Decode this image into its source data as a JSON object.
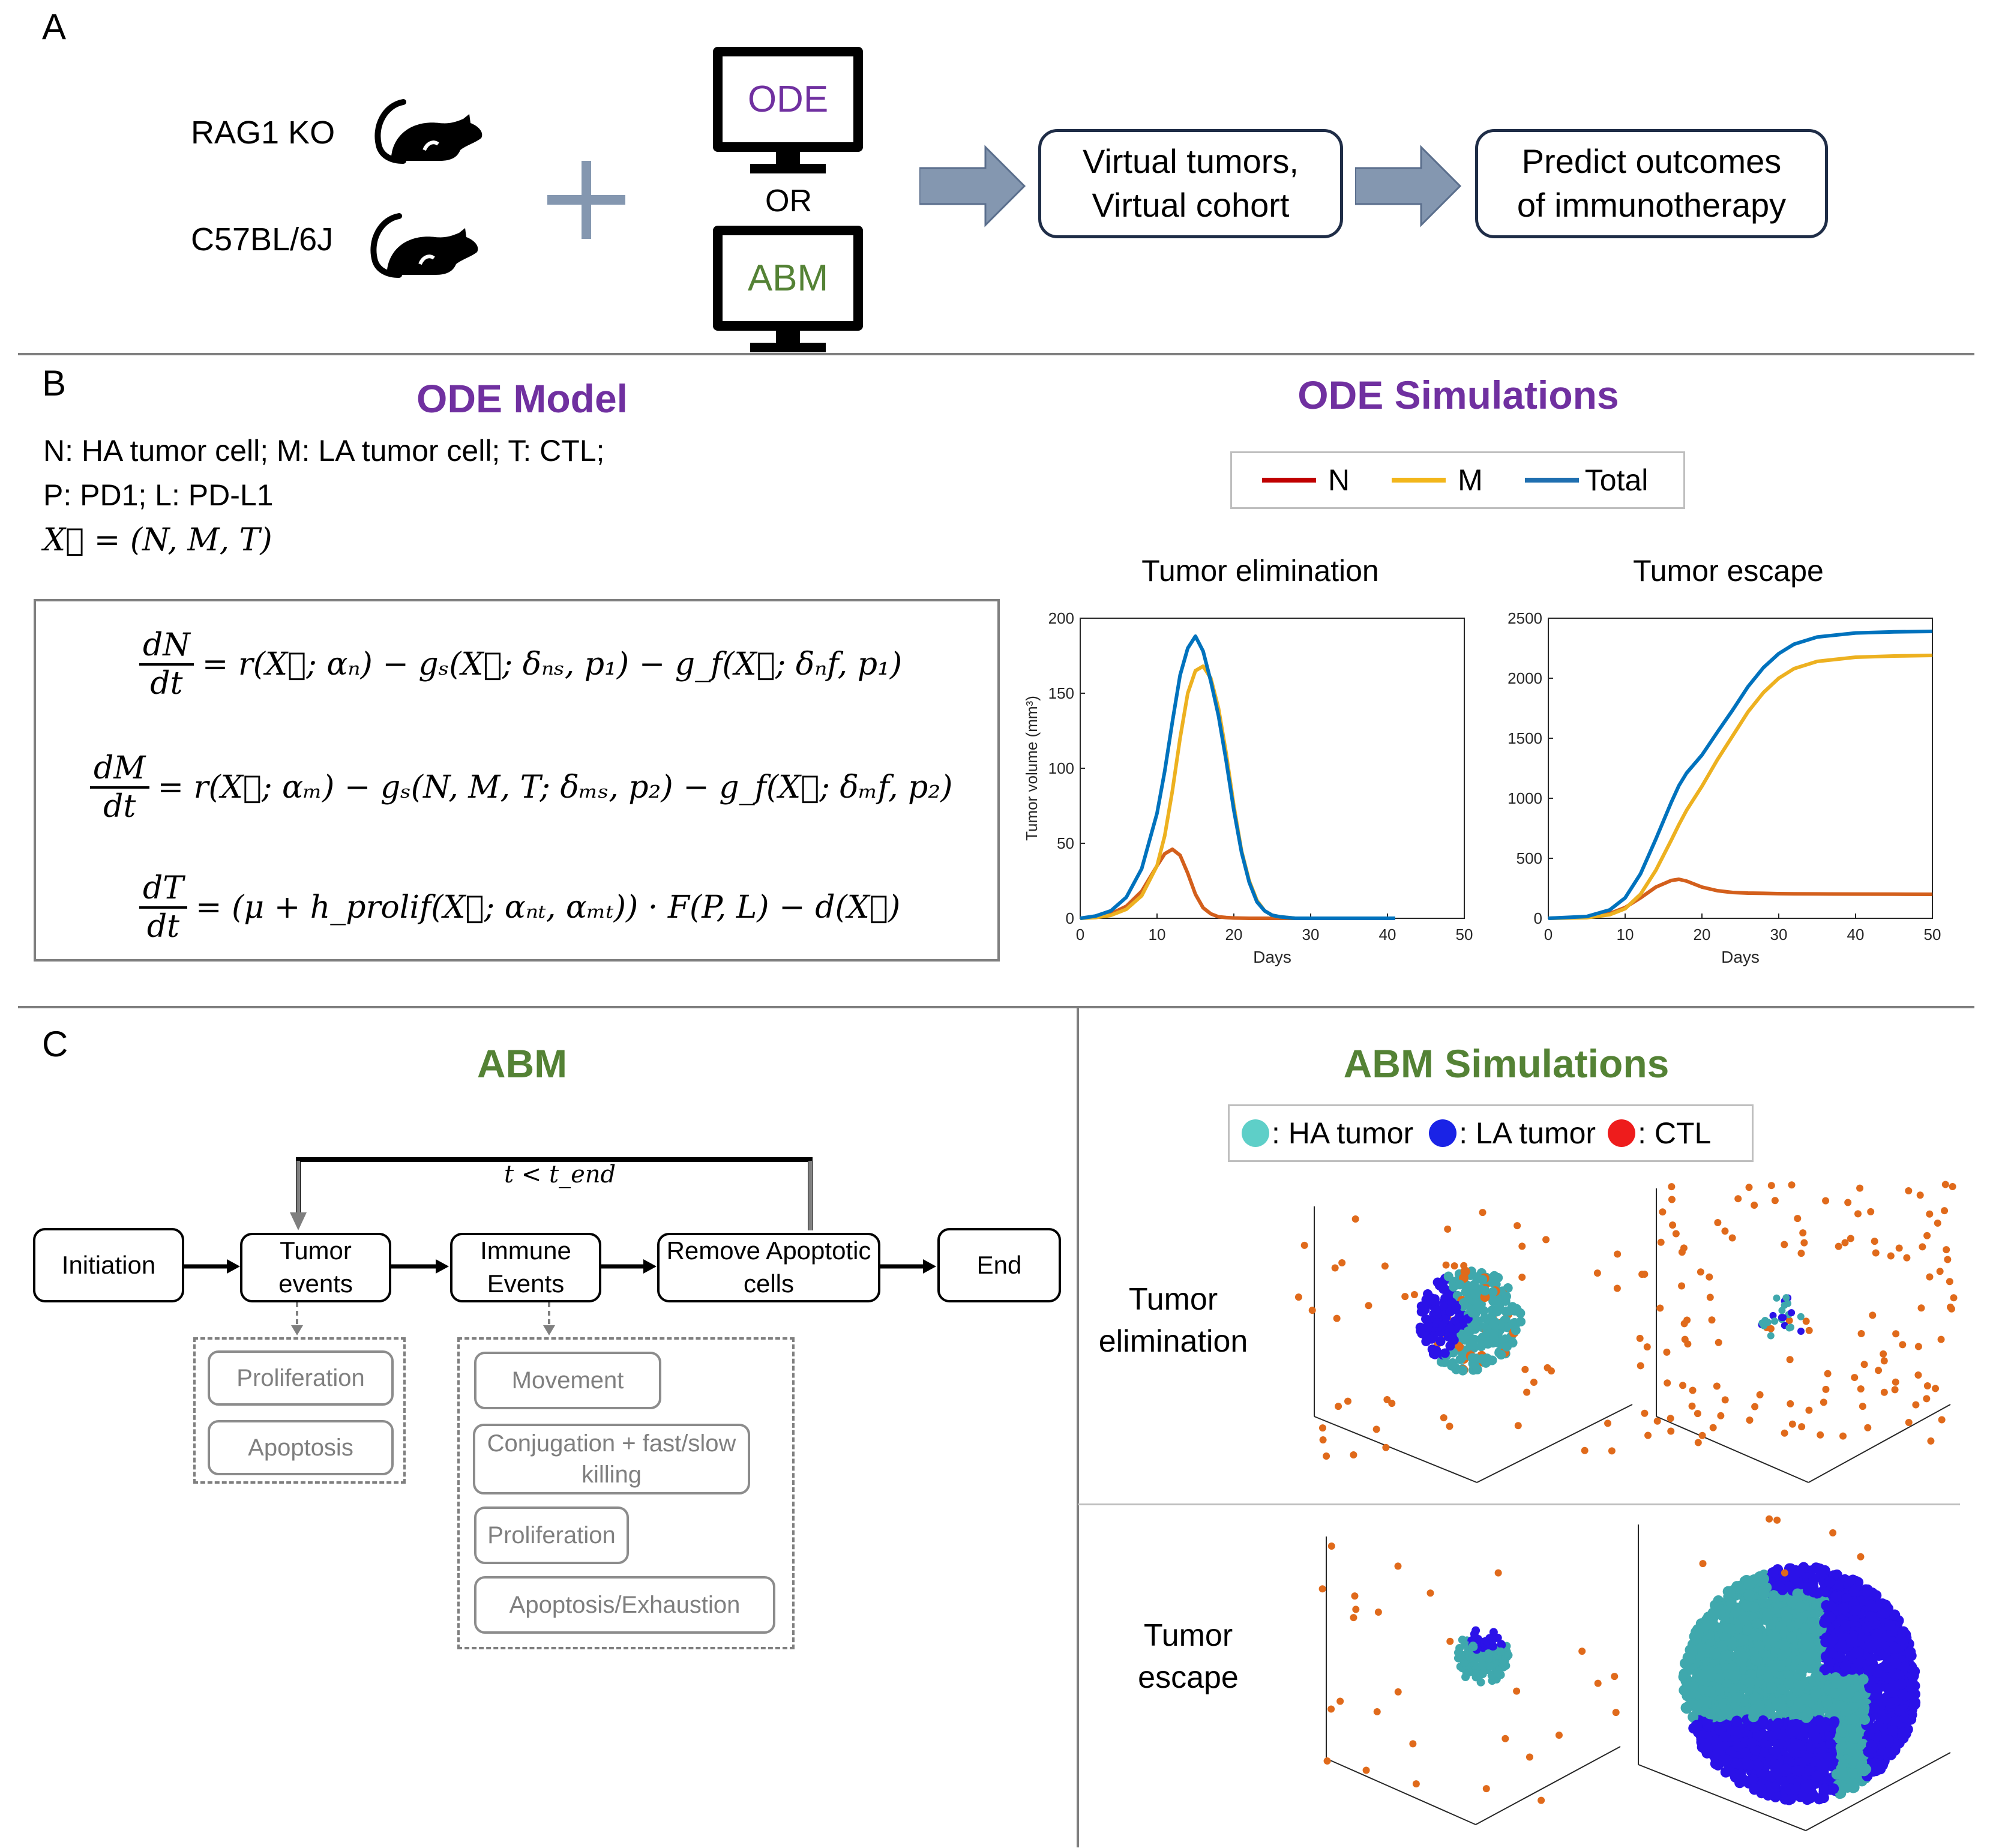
{
  "panelA": {
    "letter": "A",
    "mouse1": "RAG1 KO",
    "mouse2": "C57BL/6J",
    "monitor1": "ODE",
    "or": "OR",
    "monitor2": "ABM",
    "box1_line1": "Virtual tumors,",
    "box1_line2": "Virtual cohort",
    "box2_line1": "Predict outcomes",
    "box2_line2": "of immunotherapy"
  },
  "panelB": {
    "letter": "B",
    "title": "ODE Model",
    "def_line1": "N: HA tumor cell;  M: LA tumor cell;  T: CTL;",
    "def_line2": "P: PD1;  L: PD-L1",
    "def_line3": "X⃗ = (N, M, T)",
    "eq1_num": "dN",
    "eq1_den": "dt",
    "eq1_rhs": "= r(X⃗; αₙ) − gₛ(X⃗; δₙₛ, p₁) − g_f(X⃗; δₙf, p₁)",
    "eq2_num": "dM",
    "eq2_den": "dt",
    "eq2_rhs": "= r(X⃗; αₘ) − gₛ(N, M, T; δₘₛ, p₂) − g_f(X⃗; δₘf, p₂)",
    "eq3_num": "dT",
    "eq3_den": "dt",
    "eq3_rhs": "= (μ + h_prolif(X⃗; αₙₜ, αₘₜ)) · F(P, L) − d(X⃗)",
    "sim_title": "ODE Simulations",
    "legend": [
      {
        "label": "N",
        "color": "#c00000"
      },
      {
        "label": "M",
        "color": "#f2b61b"
      },
      {
        "label": "Total",
        "color": "#1f6fb0"
      }
    ]
  },
  "panelC": {
    "letter": "C",
    "title": "ABM",
    "loop_label": "t < t_end",
    "flow": [
      "Initiation",
      "Tumor events",
      "Immune Events",
      "Remove Apoptotic cells",
      "End"
    ],
    "tumor_sub": [
      "Proliferation",
      "Apoptosis"
    ],
    "immune_sub": [
      "Movement",
      "Conjugation + fast/slow killing",
      "Proliferation",
      "Apoptosis/Exhaustion"
    ],
    "sim_title": "ABM Simulations",
    "legend": [
      {
        "label": ": HA tumor",
        "color": "#5ecfc8"
      },
      {
        "label": ": LA tumor",
        "color": "#1a23e6"
      },
      {
        "label": ": CTL",
        "color": "#ee1c1c"
      }
    ],
    "row1_label": "Tumor elimination",
    "row2_label": "Tumor escape",
    "scatter_colors": {
      "ha": "#3fa8ad",
      "la": "#2b12e8",
      "ctl": "#e06a1b"
    }
  },
  "chart_data": [
    {
      "type": "line",
      "title": "Tumor elimination",
      "xlabel": "Days",
      "ylabel": "Tumor volume (mm³)",
      "xlim": [
        0,
        50
      ],
      "ylim": [
        0,
        200
      ],
      "xticks": [
        0,
        10,
        20,
        30,
        40,
        50
      ],
      "yticks": [
        0,
        50,
        100,
        150,
        200
      ],
      "x": [
        0,
        2,
        4,
        6,
        8,
        10,
        11,
        12,
        13,
        14,
        15,
        16,
        17,
        18,
        19,
        20,
        21,
        22,
        23,
        24,
        25,
        26,
        28,
        30,
        35,
        41
      ],
      "series": [
        {
          "name": "N",
          "color": "#d35f1c",
          "values": [
            0,
            1,
            3,
            8,
            18,
            35,
            43,
            46,
            42,
            30,
            16,
            7,
            3,
            1,
            0.5,
            0.2,
            0.1,
            0,
            0,
            0,
            0,
            0,
            0,
            0,
            0,
            0
          ]
        },
        {
          "name": "M",
          "color": "#edb120",
          "values": [
            0,
            0.5,
            2,
            6,
            15,
            35,
            55,
            85,
            120,
            150,
            165,
            168,
            160,
            140,
            110,
            75,
            45,
            25,
            12,
            5,
            2,
            1,
            0,
            0,
            0,
            0
          ]
        },
        {
          "name": "Total",
          "color": "#0072bd",
          "values": [
            0,
            1.5,
            5,
            14,
            33,
            70,
            98,
            131,
            162,
            180,
            188,
            178,
            158,
            135,
            105,
            72,
            44,
            24,
            11,
            5,
            2,
            1,
            0,
            0,
            0,
            0
          ]
        }
      ]
    },
    {
      "type": "line",
      "title": "Tumor escape",
      "xlabel": "Days",
      "ylabel": "",
      "xlim": [
        0,
        50
      ],
      "ylim": [
        0,
        2500
      ],
      "xticks": [
        0,
        10,
        20,
        30,
        40,
        50
      ],
      "yticks": [
        0,
        500,
        1000,
        1500,
        2000,
        2500
      ],
      "x": [
        0,
        5,
        8,
        10,
        12,
        14,
        16,
        17,
        18,
        20,
        22,
        24,
        26,
        28,
        30,
        32,
        35,
        40,
        45,
        50
      ],
      "series": [
        {
          "name": "N",
          "color": "#d35f1c",
          "values": [
            0,
            10,
            40,
            90,
            170,
            260,
            315,
            325,
            310,
            260,
            230,
            215,
            210,
            208,
            205,
            204,
            203,
            202,
            201,
            200
          ]
        },
        {
          "name": "M",
          "color": "#edb120",
          "values": [
            0,
            5,
            30,
            80,
            200,
            400,
            650,
            780,
            900,
            1100,
            1320,
            1520,
            1720,
            1880,
            2000,
            2080,
            2140,
            2175,
            2185,
            2190
          ]
        },
        {
          "name": "Total",
          "color": "#0072bd",
          "values": [
            0,
            15,
            70,
            170,
            370,
            660,
            965,
            1105,
            1210,
            1360,
            1550,
            1735,
            1930,
            2088,
            2205,
            2284,
            2343,
            2377,
            2386,
            2390
          ]
        }
      ]
    }
  ]
}
